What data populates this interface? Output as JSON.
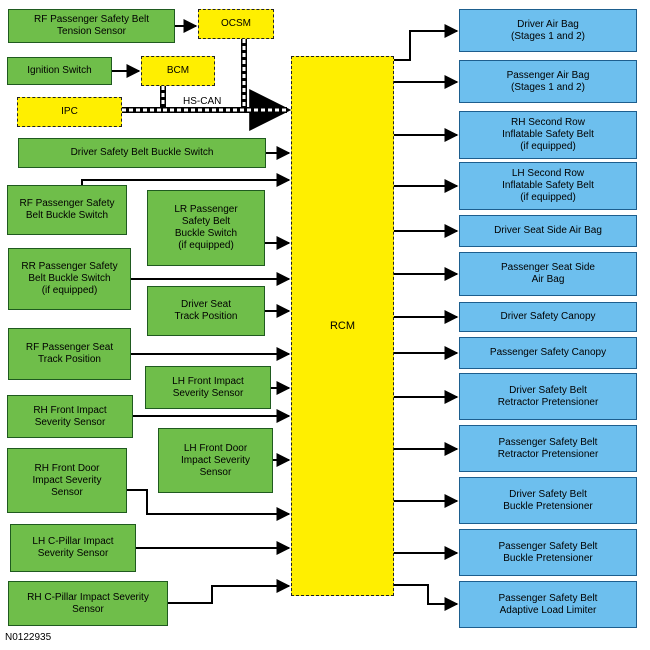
{
  "diagram": {
    "center": {
      "id": "rcm",
      "label": "RCM"
    },
    "network_label": "HS-CAN",
    "figure_id": "N0122935",
    "network_modules": [
      {
        "id": "ocsm",
        "label": "OCSM"
      },
      {
        "id": "bcm",
        "label": "BCM"
      },
      {
        "id": "ipc",
        "label": "IPC"
      }
    ],
    "network_sources": [
      {
        "id": "rf-pass-belt-tension",
        "label": "RF Passenger Safety Belt\nTension Sensor"
      },
      {
        "id": "ignition-switch",
        "label": "Ignition Switch"
      }
    ],
    "inputs": [
      {
        "id": "driver-belt-buckle",
        "label": "Driver Safety Belt Buckle Switch"
      },
      {
        "id": "rf-pass-belt-buckle",
        "label": "RF Passenger Safety\nBelt Buckle Switch"
      },
      {
        "id": "lr-pass-belt-buckle",
        "label": "LR Passenger\nSafety Belt\nBuckle Switch\n(if equipped)"
      },
      {
        "id": "rr-pass-belt-buckle",
        "label": "RR Passenger Safety\nBelt Buckle Switch\n(if equipped)"
      },
      {
        "id": "driver-seat-track",
        "label": "Driver Seat\nTrack Position"
      },
      {
        "id": "rf-pass-seat-track",
        "label": "RF Passenger Seat\nTrack Position"
      },
      {
        "id": "lh-front-impact",
        "label": "LH Front Impact\nSeverity Sensor"
      },
      {
        "id": "rh-front-impact",
        "label": "RH Front Impact\nSeverity Sensor"
      },
      {
        "id": "lh-front-door",
        "label": "LH Front Door\nImpact Severity\nSensor"
      },
      {
        "id": "rh-front-door",
        "label": "RH Front Door\nImpact Severity\nSensor"
      },
      {
        "id": "lh-c-pillar",
        "label": "LH C-Pillar Impact\nSeverity Sensor"
      },
      {
        "id": "rh-c-pillar",
        "label": "RH C-Pillar Impact Severity\nSensor"
      }
    ],
    "outputs": [
      {
        "id": "driver-air-bag",
        "label": "Driver Air Bag\n(Stages 1 and 2)"
      },
      {
        "id": "pass-air-bag",
        "label": "Passenger Air Bag\n(Stages 1 and 2)"
      },
      {
        "id": "rh-2nd-row-belt",
        "label": "RH Second Row\nInflatable Safety Belt\n(if equipped)"
      },
      {
        "id": "lh-2nd-row-belt",
        "label": "LH Second Row\nInflatable Safety Belt\n(if equipped)"
      },
      {
        "id": "driver-seat-side-bag",
        "label": "Driver Seat Side Air Bag"
      },
      {
        "id": "pass-seat-side-bag",
        "label": "Passenger Seat Side\nAir Bag"
      },
      {
        "id": "driver-canopy",
        "label": "Driver Safety Canopy"
      },
      {
        "id": "pass-canopy",
        "label": "Passenger Safety Canopy"
      },
      {
        "id": "driver-retractor",
        "label": "Driver Safety Belt\nRetractor Pretensioner"
      },
      {
        "id": "pass-retractor",
        "label": "Passenger Safety Belt\nRetractor Pretensioner"
      },
      {
        "id": "driver-buckle-pret",
        "label": "Driver Safety Belt\nBuckle Pretensioner"
      },
      {
        "id": "pass-buckle-pret",
        "label": "Passenger Safety Belt\nBuckle Pretensioner"
      },
      {
        "id": "pass-load-limiter",
        "label": "Passenger Safety Belt\nAdaptive Load Limiter"
      }
    ]
  },
  "colors": {
    "input_fill": "#6fbe4a",
    "output_fill": "#6dbfee",
    "module_fill": "#ffef00"
  }
}
